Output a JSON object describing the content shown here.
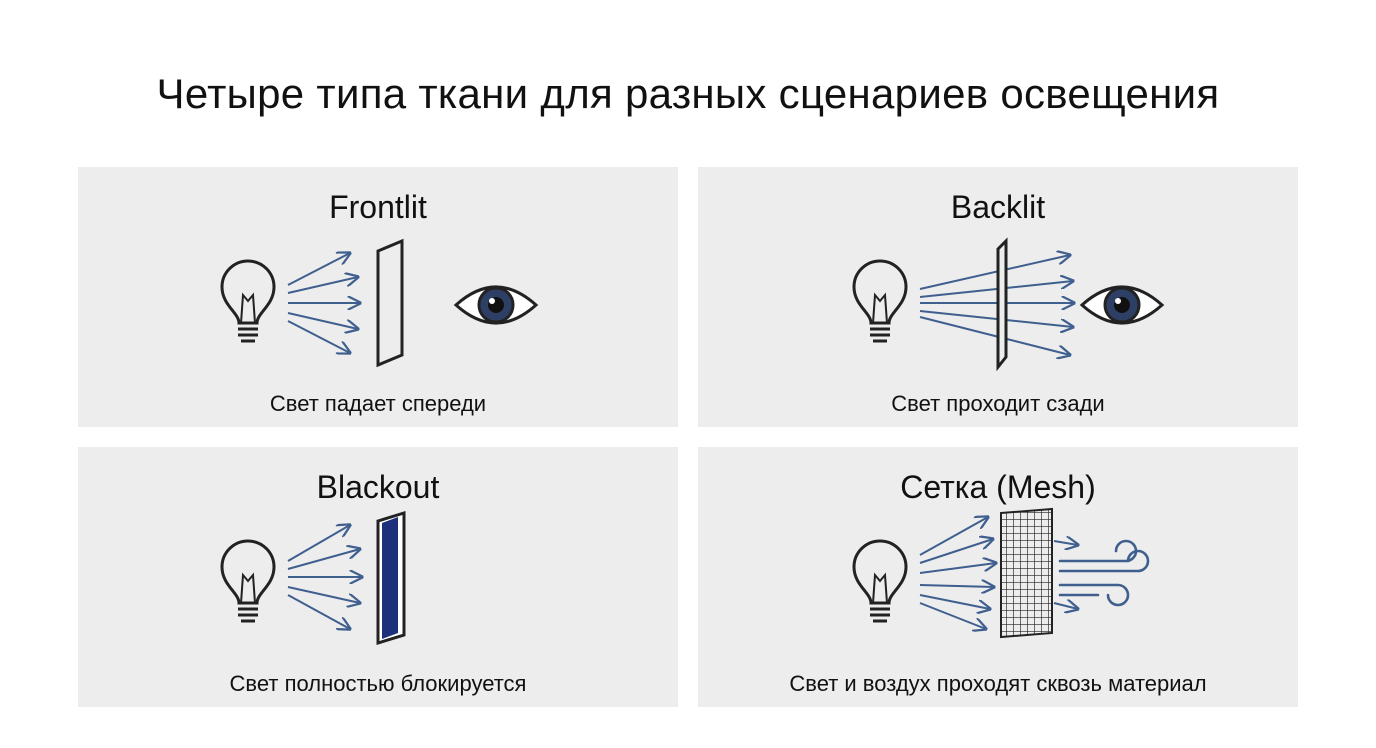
{
  "title": "Четыре типа ткани для разных сценариев освещения",
  "colors": {
    "accent": "#3f5f8f",
    "dark_fabric": "#1c2f7a",
    "panel_bg": "#ededed"
  },
  "panels": [
    {
      "title": "Frontlit",
      "caption": "Свет падает спереди",
      "icons": [
        "lightbulb-icon",
        "eye-icon"
      ]
    },
    {
      "title": "Backlit",
      "caption": "Свет проходит сзади",
      "icons": [
        "lightbulb-icon",
        "eye-icon"
      ]
    },
    {
      "title": "Blackout",
      "caption": "Свет полностью блокируется",
      "icons": [
        "lightbulb-icon"
      ]
    },
    {
      "title": "Сетка (Mesh)",
      "caption": "Свет и воздух проходят сквозь материал",
      "icons": [
        "lightbulb-icon",
        "wind-icon"
      ]
    }
  ]
}
